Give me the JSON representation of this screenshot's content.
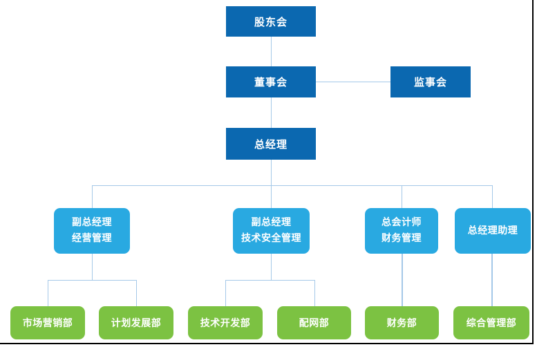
{
  "diagram": {
    "kind": "org-chart",
    "language": "zh-CN"
  },
  "nodes": {
    "shareholders": {
      "label": "股东会"
    },
    "board": {
      "label": "董事会"
    },
    "supervisory": {
      "label": "监事会"
    },
    "general_manager": {
      "label": "总经理"
    },
    "deputy_gm_operations": {
      "line1": "副总经理",
      "line2": "经营管理"
    },
    "deputy_gm_tech_safety": {
      "line1": "副总经理",
      "line2": "技术安全管理"
    },
    "chief_accountant": {
      "line1": "总会计师",
      "line2": "财务管理"
    },
    "gm_assistant": {
      "label": "总经理助理"
    },
    "marketing_dept": {
      "label": "市场营销部"
    },
    "planning_development_dept": {
      "label": "计划发展部"
    },
    "technology_development_dept": {
      "label": "技术开发部"
    },
    "distribution_network_dept": {
      "label": "配网部"
    },
    "finance_dept": {
      "label": "财务部"
    },
    "general_management_dept": {
      "label": "综合管理部"
    }
  },
  "edges": [
    [
      "股东会",
      "董事会"
    ],
    [
      "董事会",
      "监事会"
    ],
    [
      "董事会",
      "总经理"
    ],
    [
      "总经理",
      "副总经理 经营管理"
    ],
    [
      "总经理",
      "副总经理 技术安全管理"
    ],
    [
      "总经理",
      "总会计师 财务管理"
    ],
    [
      "总经理",
      "总经理助理"
    ],
    [
      "副总经理 经营管理",
      "市场营销部"
    ],
    [
      "副总经理 经营管理",
      "计划发展部"
    ],
    [
      "副总经理 技术安全管理",
      "技术开发部"
    ],
    [
      "副总经理 技术安全管理",
      "配网部"
    ],
    [
      "总会计师 财务管理",
      "财务部"
    ],
    [
      "总经理助理",
      "综合管理部"
    ]
  ],
  "colors": {
    "executive_box": "#0b68b0",
    "management_box": "#29a9e1",
    "department_box": "#7cc242",
    "connector": "#a4c8e8",
    "box_text": "#ffffff",
    "frame_border": "#000000"
  }
}
